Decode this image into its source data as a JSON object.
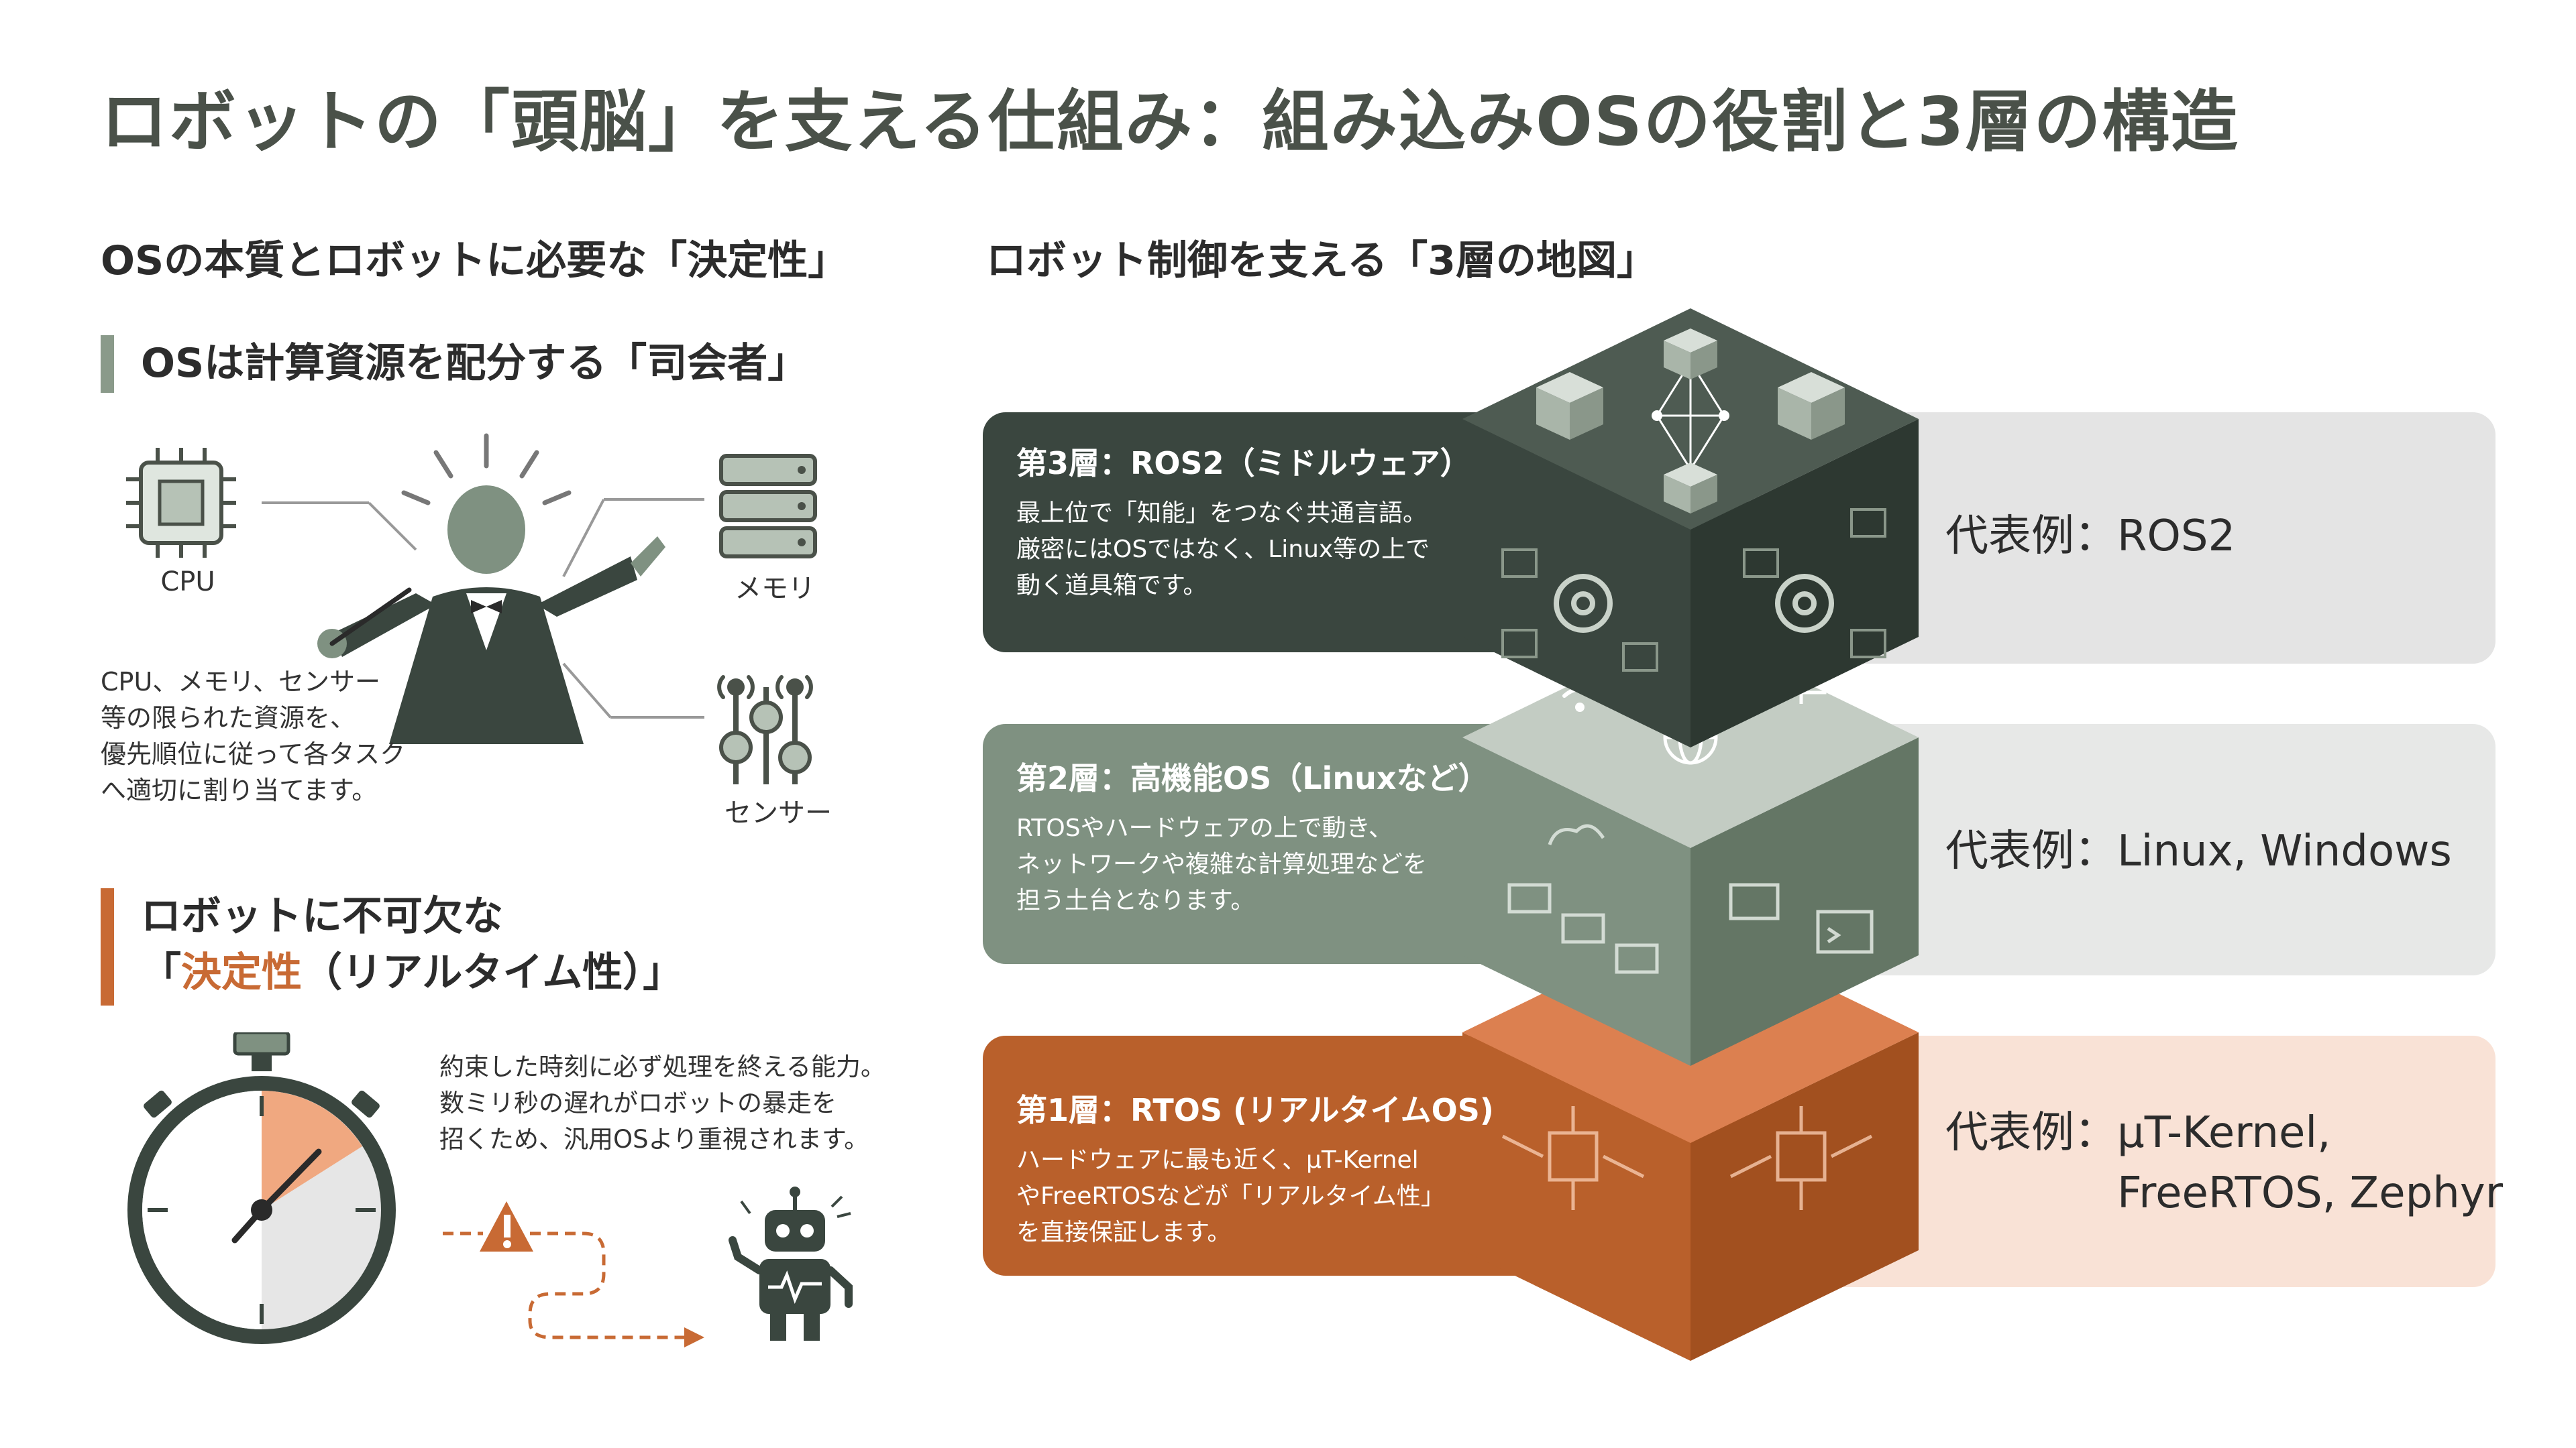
{
  "title": "ロボットの「頭脳」を支える仕組み：組み込みOSの役割と3層の構造",
  "left": {
    "heading": "OSの本質とロボットに必要な「決定性」",
    "section1": {
      "title": "OSは計算資源を配分する「司会者」",
      "labels": {
        "cpu": "CPU",
        "memory": "メモリ",
        "sensor": "センサー"
      },
      "description": [
        "CPU、メモリ、センサー",
        "等の限られた資源を、",
        "優先順位に従って各タスク",
        "へ適切に割り当てます。"
      ]
    },
    "section2": {
      "title_line1": "ロボットに不可欠な",
      "title_open": "「",
      "title_accent": "決定性",
      "title_rest": "（リアルタイム性）」",
      "description": [
        "約束した時刻に必ず処理を終える能力。",
        "数ミリ秒の遅れがロボットの暴走を",
        "招くため、汎用OSより重視されます。"
      ]
    }
  },
  "right": {
    "heading": "ロボット制御を支える「3層の地図」",
    "layers": [
      {
        "title": "第3層：ROS2（ミドルウェア）",
        "description": [
          "最上位で「知能」をつなぐ共通言語。",
          "厳密にはOSではなく、Linux等の上で",
          "動く道具箱です。"
        ],
        "example_label": "代表例：",
        "example_values": [
          "ROS2"
        ]
      },
      {
        "title": "第2層：高機能OS（Linuxなど）",
        "description": [
          "RTOSやハードウェアの上で動き、",
          "ネットワークや複雑な計算処理などを",
          "担う土台となります。"
        ],
        "example_label": "代表例：",
        "example_values": [
          "Linux, Windows"
        ]
      },
      {
        "title": "第1層：RTOS (リアルタイムOS)",
        "description": [
          "ハードウェアに最も近く、µT-Kernel",
          "やFreeRTOSなどが「リアルタイム性」",
          "を直接保証します。"
        ],
        "example_label": "代表例：",
        "example_values": [
          "µT-Kernel,",
          "FreeRTOS, Zephyr"
        ]
      }
    ]
  },
  "colors": {
    "dark_green": "#3a463f",
    "mid_green": "#7f9181",
    "orange": "#b9602b",
    "light_orange": "#dc8050",
    "panel_gray": "#e4e4e4",
    "panel_peach": "#f9e2d6",
    "accent": "#c86a34"
  }
}
